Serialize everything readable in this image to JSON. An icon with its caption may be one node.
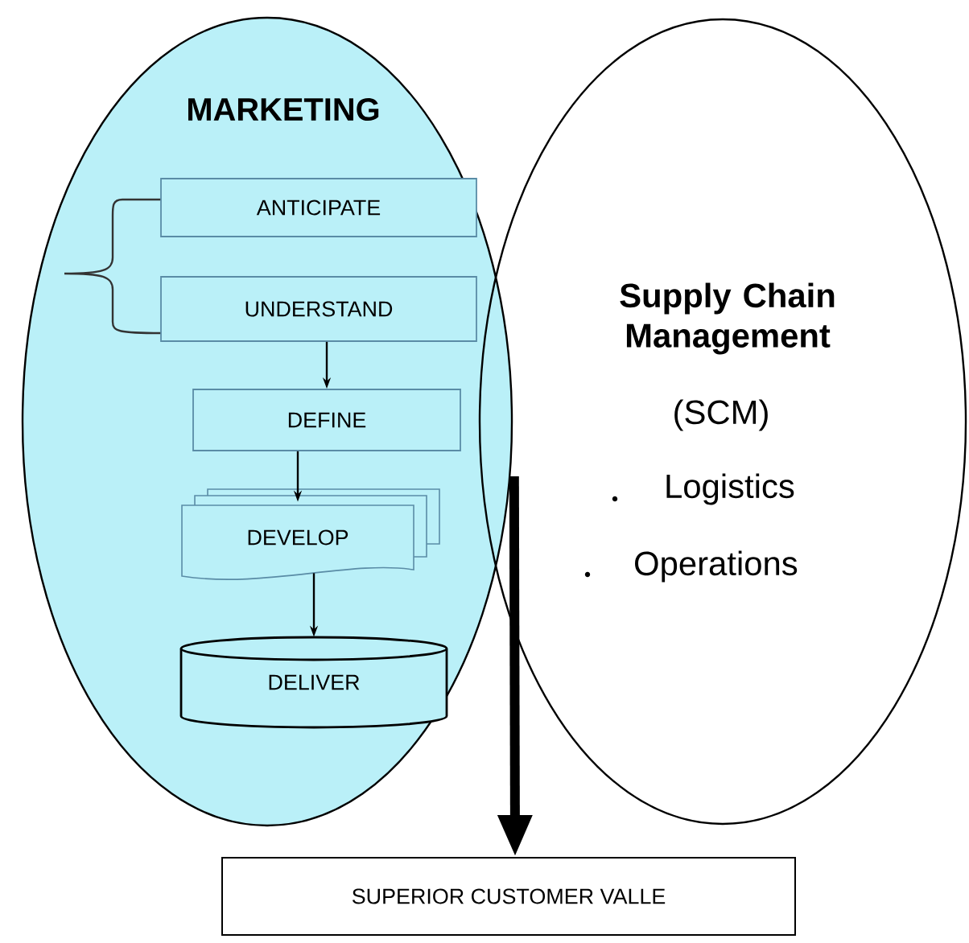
{
  "diagram": {
    "nodes": [
      {
        "text": [
          "MARKETING"
        ]
      },
      {
        "text": [
          "Supply Chain Management",
          "(SCM)",
          "Logistics",
          "Operations"
        ]
      },
      {
        "text": [
          "ANTICIPATE"
        ],
        "in": 0
      },
      {
        "text": [
          "UNDERSTAND"
        ],
        "in": 0
      },
      {
        "text": [
          "DEFINE"
        ],
        "in": 0
      },
      {
        "text": [
          "DEVELOP"
        ],
        "in": 0
      },
      {
        "text": [
          "DELIVER"
        ],
        "in": 0
      },
      {
        "text": [
          "SUPERIOR CUSTOMER VALLE"
        ]
      }
    ],
    "edges": [
      {
        "from": 3,
        "to": 4,
        "arrow": "to"
      },
      {
        "from": 4,
        "to": 5,
        "arrow": "to"
      },
      {
        "from": 5,
        "to": 6,
        "arrow": "to"
      },
      {
        "from": 1,
        "to": 7,
        "arrow": "to",
        "style": "thick"
      }
    ]
  }
}
